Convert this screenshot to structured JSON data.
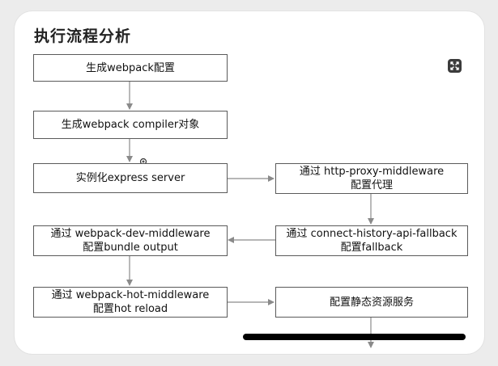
{
  "title": "执行流程分析",
  "nodes": {
    "n1": {
      "lines": [
        "生成webpack配置"
      ]
    },
    "n2": {
      "lines": [
        "生成webpack compiler对象"
      ]
    },
    "n3": {
      "lines": [
        "实例化express server"
      ]
    },
    "n4": {
      "lines": [
        "通过 http-proxy-middleware",
        "配置代理"
      ]
    },
    "n5": {
      "lines": [
        "通过 connect-history-api-fallback",
        "配置fallback"
      ]
    },
    "n6": {
      "lines": [
        "通过 webpack-dev-middleware",
        "配置bundle output"
      ]
    },
    "n7": {
      "lines": [
        "通过 webpack-hot-middleware",
        "配置hot reload"
      ]
    },
    "n8": {
      "lines": [
        "配置静态资源服务"
      ]
    }
  },
  "icons": {
    "expand": "expand-icon",
    "zoom_cursor": "zoom-in-cursor-icon"
  },
  "colors": {
    "line": "#8a8a8a",
    "border": "#5a5a5a",
    "background": "#ececec"
  }
}
